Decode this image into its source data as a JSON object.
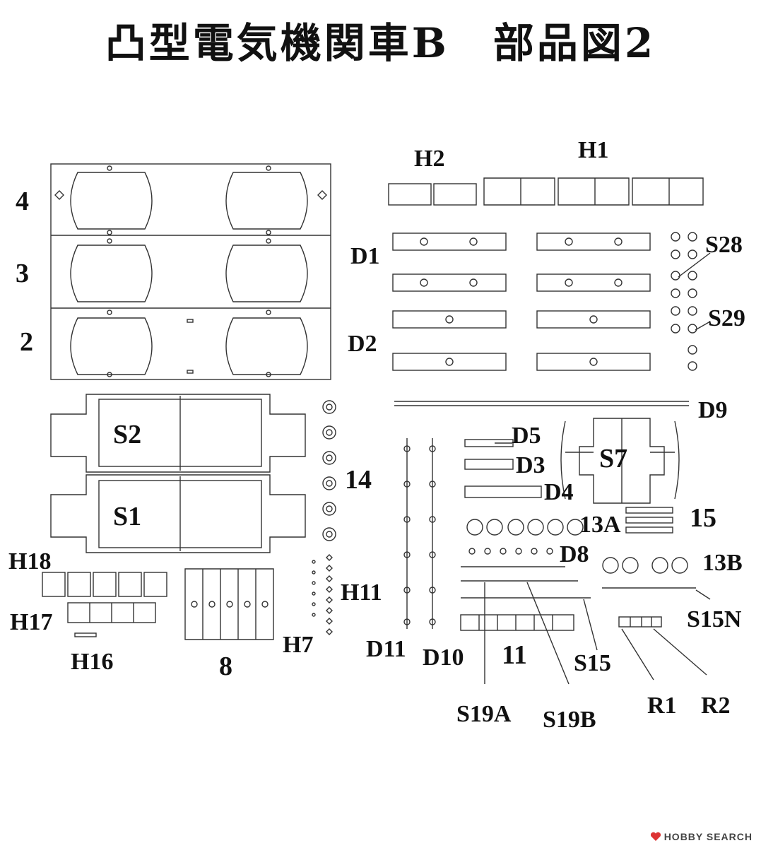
{
  "title": "凸型電気機関車B　部品図2",
  "labels": {
    "p4": "4",
    "p3": "3",
    "p2": "2",
    "s2": "S2",
    "s1": "S1",
    "p14": "14",
    "h18": "H18",
    "h17": "H17",
    "h16": "H16",
    "h11": "H11",
    "h7": "H7",
    "p8": "8",
    "h2": "H2",
    "h1": "H1",
    "d1": "D1",
    "d2": "D2",
    "s28": "S28",
    "s29": "S29",
    "d9": "D9",
    "d5": "D5",
    "d3": "D3",
    "d4": "D4",
    "s7": "S7",
    "p13a": "13A",
    "p15": "15",
    "d8": "D8",
    "p13b": "13B",
    "s15n": "S15N",
    "d11": "D11",
    "d10": "D10",
    "p11": "11",
    "s15": "S15",
    "s19a": "S19A",
    "s19b": "S19B",
    "r1": "R1",
    "r2": "R2"
  },
  "watermark": {
    "brand": "HOBBY SEARCH",
    "icon": "hobby-search-logo-icon"
  }
}
